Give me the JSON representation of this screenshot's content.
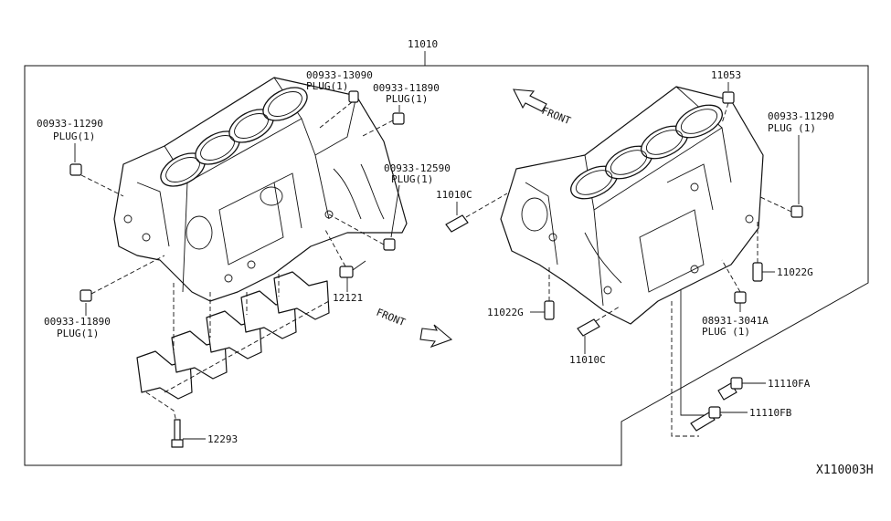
{
  "diagram": {
    "main_part": "11010",
    "reference": "X110003H",
    "front_upper": "FRONT",
    "front_lower": "FRONT",
    "callouts": {
      "plug_left_top": {
        "part": "00933-11290",
        "qty": "PLUG(1)"
      },
      "plug_13090": {
        "part": "00933-13090",
        "qty": "PLUG(1)"
      },
      "plug_11890_top": {
        "part": "00933-11890",
        "qty": "PLUG(1)"
      },
      "plug_12590": {
        "part": "00933-12590",
        "qty": "PLUG(1)"
      },
      "plug_11890_bottom": {
        "part": "00933-11890",
        "qty": "PLUG(1)"
      },
      "sensor_12121": {
        "part": "12121"
      },
      "bolt_12293": {
        "part": "12293"
      },
      "nut_11053": {
        "part": "11053"
      },
      "plug_right_top": {
        "part": "00933-11290",
        "qty": "PLUG (1)"
      },
      "dowel_11010c_upper": {
        "part": "11010C"
      },
      "dowel_11010c_lower": {
        "part": "11010C"
      },
      "pin_11022g_left": {
        "part": "11022G"
      },
      "pin_11022g_right": {
        "part": "11022G"
      },
      "plug_08931": {
        "part": "08931-3041A",
        "qty": "PLUG (1)"
      },
      "bolt_11110fa": {
        "part": "11110FA"
      },
      "bolt_11110fb": {
        "part": "11110FB"
      }
    }
  }
}
